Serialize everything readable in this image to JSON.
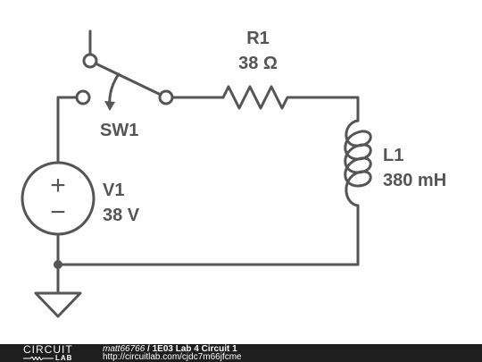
{
  "components": {
    "switch": {
      "name": "SW1"
    },
    "resistor": {
      "name": "R1",
      "value": "38 Ω"
    },
    "inductor": {
      "name": "L1",
      "value": "380 mH"
    },
    "source": {
      "name": "V1",
      "value": "38 V",
      "plus": "+",
      "minus": "−"
    }
  },
  "footer": {
    "brand_top": "CIRCUIT",
    "brand_bottom": "LAB",
    "user": "matt66766",
    "separator": " / ",
    "title": "1E03 Lab 4 Circuit 1",
    "url": "http://circuitlab.com/cjdc7m66jfcme"
  },
  "colors": {
    "wire": "#555555",
    "footer_bg": "#1e1e1e",
    "footer_text": "#ffffff"
  }
}
